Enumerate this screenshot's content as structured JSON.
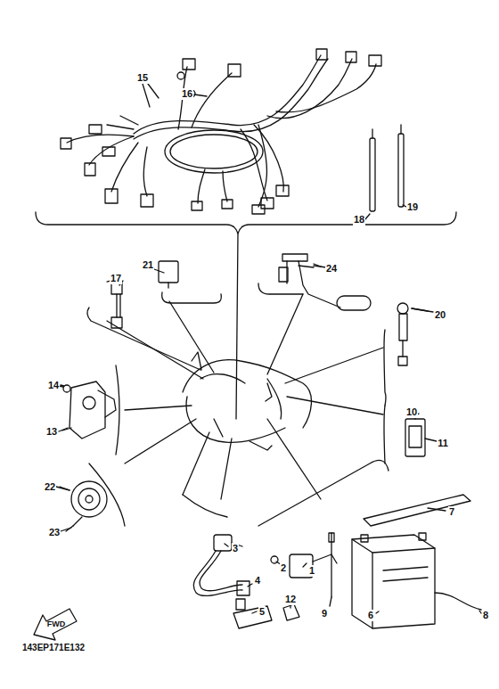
{
  "diagram": {
    "labels": [
      "15",
      "16",
      "18",
      "19",
      "17",
      "21",
      "24",
      "20",
      "14",
      "13",
      "10",
      "11",
      "22",
      "23",
      "7",
      "3",
      "2",
      "1",
      "4",
      "5",
      "12",
      "9",
      "6",
      "8",
      "FWD",
      "143EP171E132"
    ]
  }
}
